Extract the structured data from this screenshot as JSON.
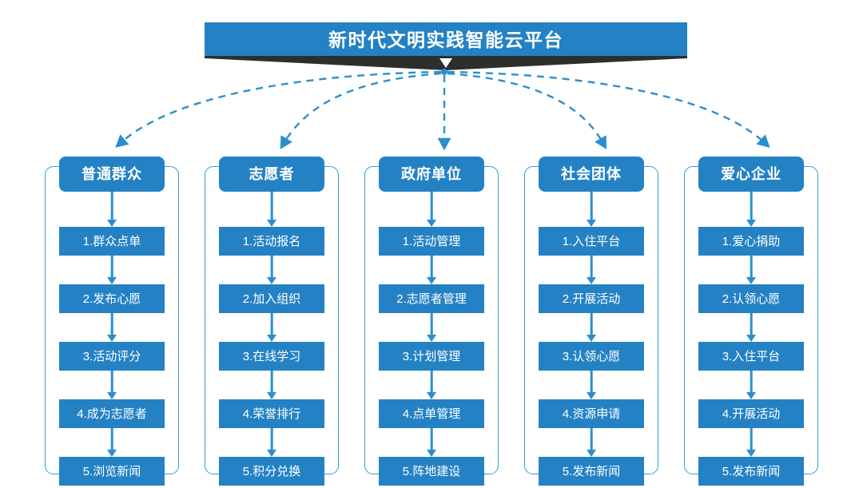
{
  "header": {
    "title": "新时代文明实践智能云平台",
    "banner_color": "#2482c4",
    "ribbon_color": "#2e2e2e",
    "chevron_color": "#ffffff"
  },
  "theme": {
    "accent": "#2482c4",
    "arrow": "#2b8fce",
    "frame_border": "#3a9ad4",
    "background": "#ffffff",
    "text_on_accent": "#ffffff"
  },
  "connector": {
    "style": "dashed",
    "color": "#2b8fce",
    "origin_label": "platform-hub"
  },
  "ellipsis_label": "...",
  "columns": [
    {
      "title": "普通群众",
      "steps": [
        "1.群众点单",
        "2.发布心愿",
        "3.活动评分",
        "4.成为志愿者",
        "5.浏览新闻"
      ]
    },
    {
      "title": "志愿者",
      "steps": [
        "1.活动报名",
        "2.加入组织",
        "3.在线学习",
        "4.荣誉排行",
        "5.积分兑换"
      ]
    },
    {
      "title": "政府单位",
      "steps": [
        "1.活动管理",
        "2.志愿者管理",
        "3.计划管理",
        "4.点单管理",
        "5.阵地建设"
      ]
    },
    {
      "title": "社会团体",
      "steps": [
        "1.入住平台",
        "2.开展活动",
        "3.认领心愿",
        "4.资源申请",
        "5.发布新闻"
      ]
    },
    {
      "title": "爱心企业",
      "steps": [
        "1.爱心捐助",
        "2.认领心愿",
        "3.入住平台",
        "4.开展活动",
        "5.发布新闻"
      ]
    }
  ]
}
